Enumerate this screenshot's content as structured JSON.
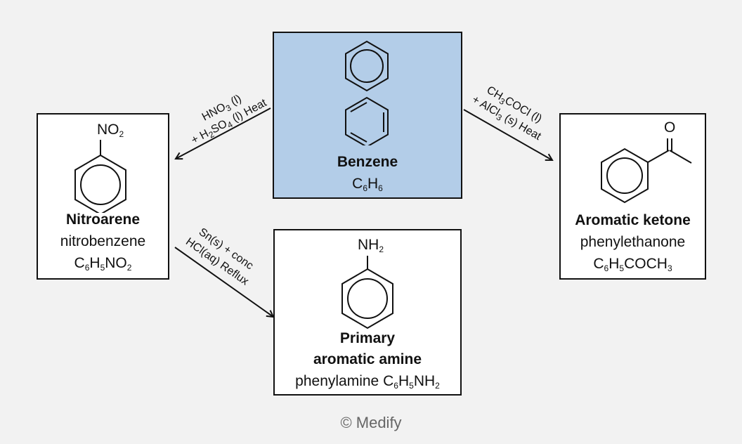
{
  "benzene": {
    "name": "Benzene",
    "formula": {
      "el1": "C",
      "s1": "6",
      "el2": "H",
      "s2": "6"
    }
  },
  "nitroarene": {
    "name": "Nitroarene",
    "common_name": "nitrobenzene",
    "group_label": {
      "main": "NO",
      "sub": "2"
    },
    "formula": {
      "el1": "C",
      "s1": "6",
      "el2": "H",
      "s2": "5",
      "el3": "NO",
      "s3": "2"
    }
  },
  "ketone": {
    "name": "Aromatic ketone",
    "common_name": "phenylethanone",
    "carbonyl_label": "O",
    "formula": {
      "el1": "C",
      "s1": "6",
      "el2": "H",
      "s2": "5",
      "el3": "COCH",
      "s3": "3"
    }
  },
  "amine": {
    "name_line1": "Primary",
    "name_line2": "aromatic amine",
    "common_name": "phenylamine",
    "group_label": {
      "main": "NH",
      "sub": "2"
    },
    "formula": {
      "el1": "C",
      "s1": "6",
      "el2": "H",
      "s2": "5",
      "el3": "NH",
      "s3": "2"
    }
  },
  "conditions": {
    "nitration": {
      "line1": {
        "a": "HNO",
        "sa": "3",
        "b": " (l)"
      },
      "line2": {
        "a": "+ H",
        "sa": "2",
        "b": "SO",
        "sb": "4",
        "c": " (l) Heat"
      }
    },
    "acylation": {
      "line1": {
        "a": "CH",
        "sa": "3",
        "b": "COCl (l)"
      },
      "line2": {
        "a": "+ AlCl",
        "sa": "3",
        "b": " (s) Heat"
      }
    },
    "reduction": {
      "line1": "Sn(s) + conc",
      "line2": "HCl(aq) Reflux"
    }
  },
  "credit": "© Medify"
}
